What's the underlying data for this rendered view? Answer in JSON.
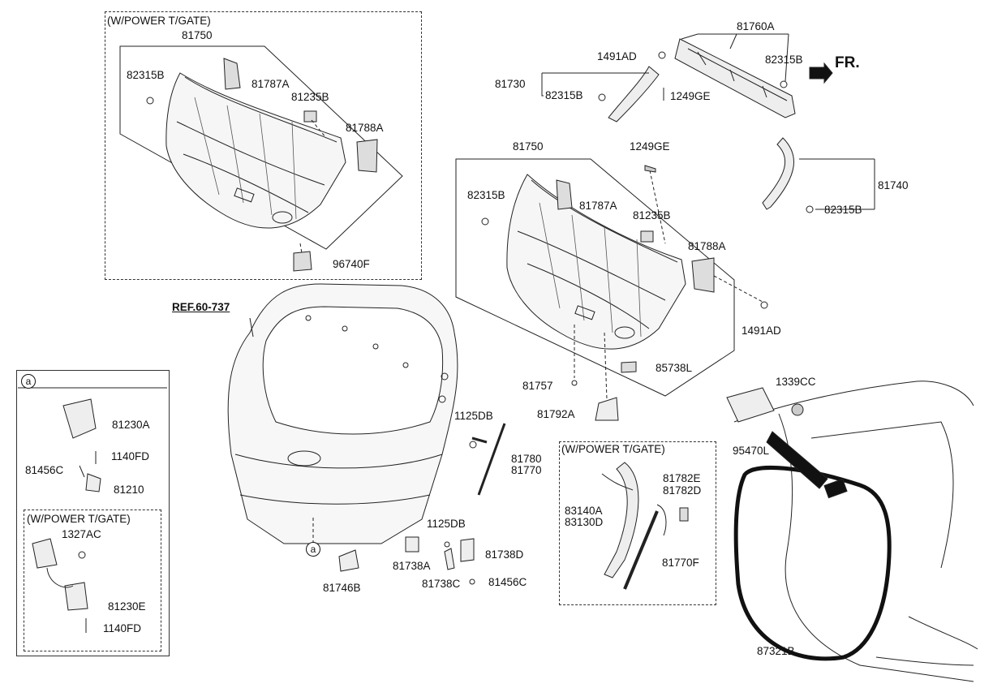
{
  "labels": {
    "l81750_top": "81750",
    "l82315B_1": "82315B",
    "l81787A_1": "81787A",
    "l81235B_1": "81235B",
    "l81788A_1": "81788A",
    "l96740F": "96740F",
    "l81760A": "81760A",
    "l1491AD_1": "1491AD",
    "l82315B_2": "82315B",
    "l81730": "81730",
    "l82315B_3": "82315B",
    "l1249GE_1": "1249GE",
    "l81750_mid": "81750",
    "l1249GE_2": "1249GE",
    "l82315B_4": "82315B",
    "l81787A_2": "81787A",
    "l81235B_2": "81235B",
    "l81788A_2": "81788A",
    "l81740": "81740",
    "l82315B_5": "82315B",
    "l1491AD_2": "1491AD",
    "l85738L": "85738L",
    "l81757": "81757",
    "l81792A": "81792A",
    "l1339CC": "1339CC",
    "l95470L": "95470L",
    "l1125DB_1": "1125DB",
    "l81780": "81780",
    "l81770": "81770",
    "l1125DB_2": "1125DB",
    "l81738D": "81738D",
    "l81738A": "81738A",
    "l81738C": "81738C",
    "l81456C_1": "81456C",
    "l81746B": "81746B",
    "l81230A": "81230A",
    "l1140FD_1": "1140FD",
    "l81456C_2": "81456C",
    "l81210": "81210",
    "l1327AC": "1327AC",
    "l81230E": "81230E",
    "l1140FD_2": "1140FD",
    "l81782E": "81782E",
    "l81782D": "81782D",
    "l83140A": "83140A",
    "l83130D": "83130D",
    "l81770F": "81770F",
    "l87321B": "87321B"
  },
  "headers": {
    "power_tgate_top": "(W/POWER T/GATE)",
    "power_tgate_mid": "(W/POWER T/GATE)",
    "power_tgate_left": "(W/POWER T/GATE)"
  },
  "ref": "REF.60-737",
  "fr": "FR.",
  "circle_a": "a"
}
